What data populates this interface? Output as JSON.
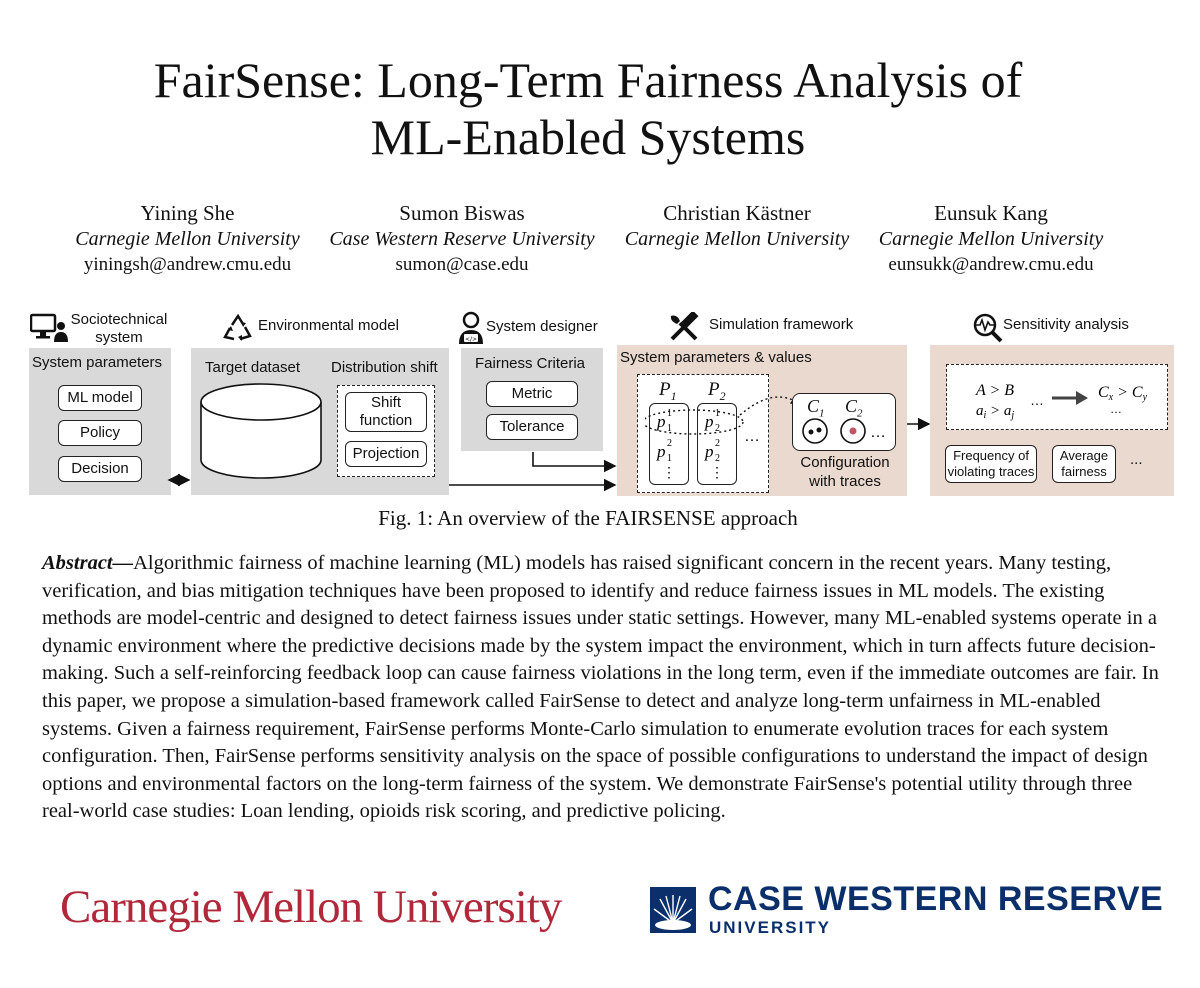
{
  "title": [
    "FairSense: Long-Term Fairness Analysis of",
    "ML-Enabled Systems"
  ],
  "authors": [
    {
      "name": "Yining She",
      "affiliation": "Carnegie Mellon University",
      "email": "yiningsh@andrew.cmu.edu"
    },
    {
      "name": "Sumon Biswas",
      "affiliation": "Case Western Reserve University",
      "email": "sumon@case.edu"
    },
    {
      "name": "Christian Kästner",
      "affiliation": "Carnegie Mellon University",
      "email": ""
    },
    {
      "name": "Eunsuk Kang",
      "affiliation": "Carnegie Mellon University",
      "email": "eunsukk@andrew.cmu.edu"
    }
  ],
  "figure": {
    "sociotechnical": {
      "header": "Sociotechnical system",
      "section": "System parameters",
      "items": [
        "ML model",
        "Policy",
        "Decision"
      ]
    },
    "environment": {
      "header": "Environmental model",
      "target": "Target dataset",
      "shift": "Distribution shift",
      "shift_items": [
        "Shift function",
        "Projection"
      ]
    },
    "designer": {
      "header": "System designer",
      "section": "Fairness Criteria",
      "items": [
        "Metric",
        "Tolerance"
      ]
    },
    "simulation": {
      "header": "Simulation framework",
      "section": "System parameters & values",
      "p1": "P",
      "p2": "P",
      "c1": "C",
      "c2": "C",
      "ellipsis": "...",
      "config": "Configuration with traces"
    },
    "sensitivity": {
      "header": "Sensitivity analysis",
      "rule1": "A > B",
      "rule2": "a",
      "rule_ellipsis": "...",
      "result": "C",
      "items": [
        "Frequency of violating traces",
        "Average fairness"
      ],
      "more": "..."
    },
    "caption": "Fig. 1: An overview of the FAIRSENSE approach"
  },
  "abstract": {
    "label": "Abstract—",
    "text": "Algorithmic fairness of machine learning (ML) models has raised significant concern in the recent years. Many testing, verification, and bias mitigation techniques have been proposed to identify and reduce fairness issues in ML models. The existing methods are model-centric and designed to detect fairness issues under static settings. However, many ML-enabled systems operate in a dynamic environment where the predictive decisions made by the system impact the environment, which in turn affects future decision-making. Such a self-reinforcing feedback loop can cause fairness violations in the long term, even if the immediate outcomes are fair. In this paper, we propose a simulation-based framework called FairSense to detect and analyze long-term unfairness in ML-enabled systems. Given a fairness requirement, FairSense performs Monte-Carlo simulation to enumerate evolution traces for each system configuration. Then, FairSense performs sensitivity analysis on the space of possible configurations to understand the impact of design options and environmental factors on the long-term fairness of the system. We demonstrate FairSense's potential utility through three real-world case studies: Loan lending, opioids risk scoring, and predictive policing."
  },
  "logos": {
    "cmu": "Carnegie Mellon University",
    "cwru_line1": "CASE WESTERN RESERVE",
    "cwru_line2": "UNIVERSITY",
    "cmu_color": "#b1283a",
    "cwru_color": "#0a2f6b"
  }
}
